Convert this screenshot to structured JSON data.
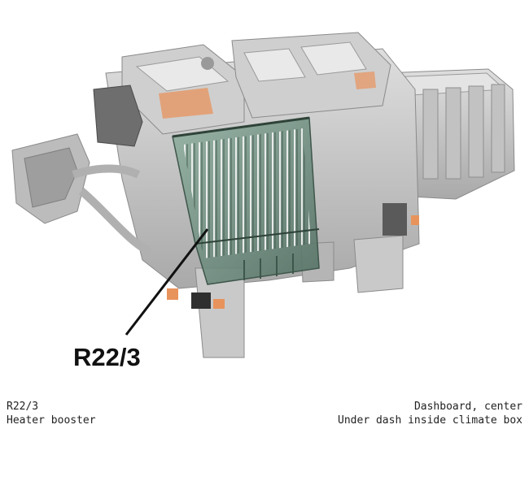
{
  "illustration": {
    "callout_label": "R22/3",
    "colors": {
      "housing": "#bdbdbd",
      "housing_light": "#d6d6d6",
      "housing_dark": "#8f8f8f",
      "heater_core": "#5f7f70",
      "accent": "#e8935c",
      "callout": "#111111"
    }
  },
  "caption": {
    "component_code": "R22/3",
    "component_name": "Heater booster",
    "location": "Dashboard, center",
    "location_detail": "Under dash inside climate box"
  }
}
